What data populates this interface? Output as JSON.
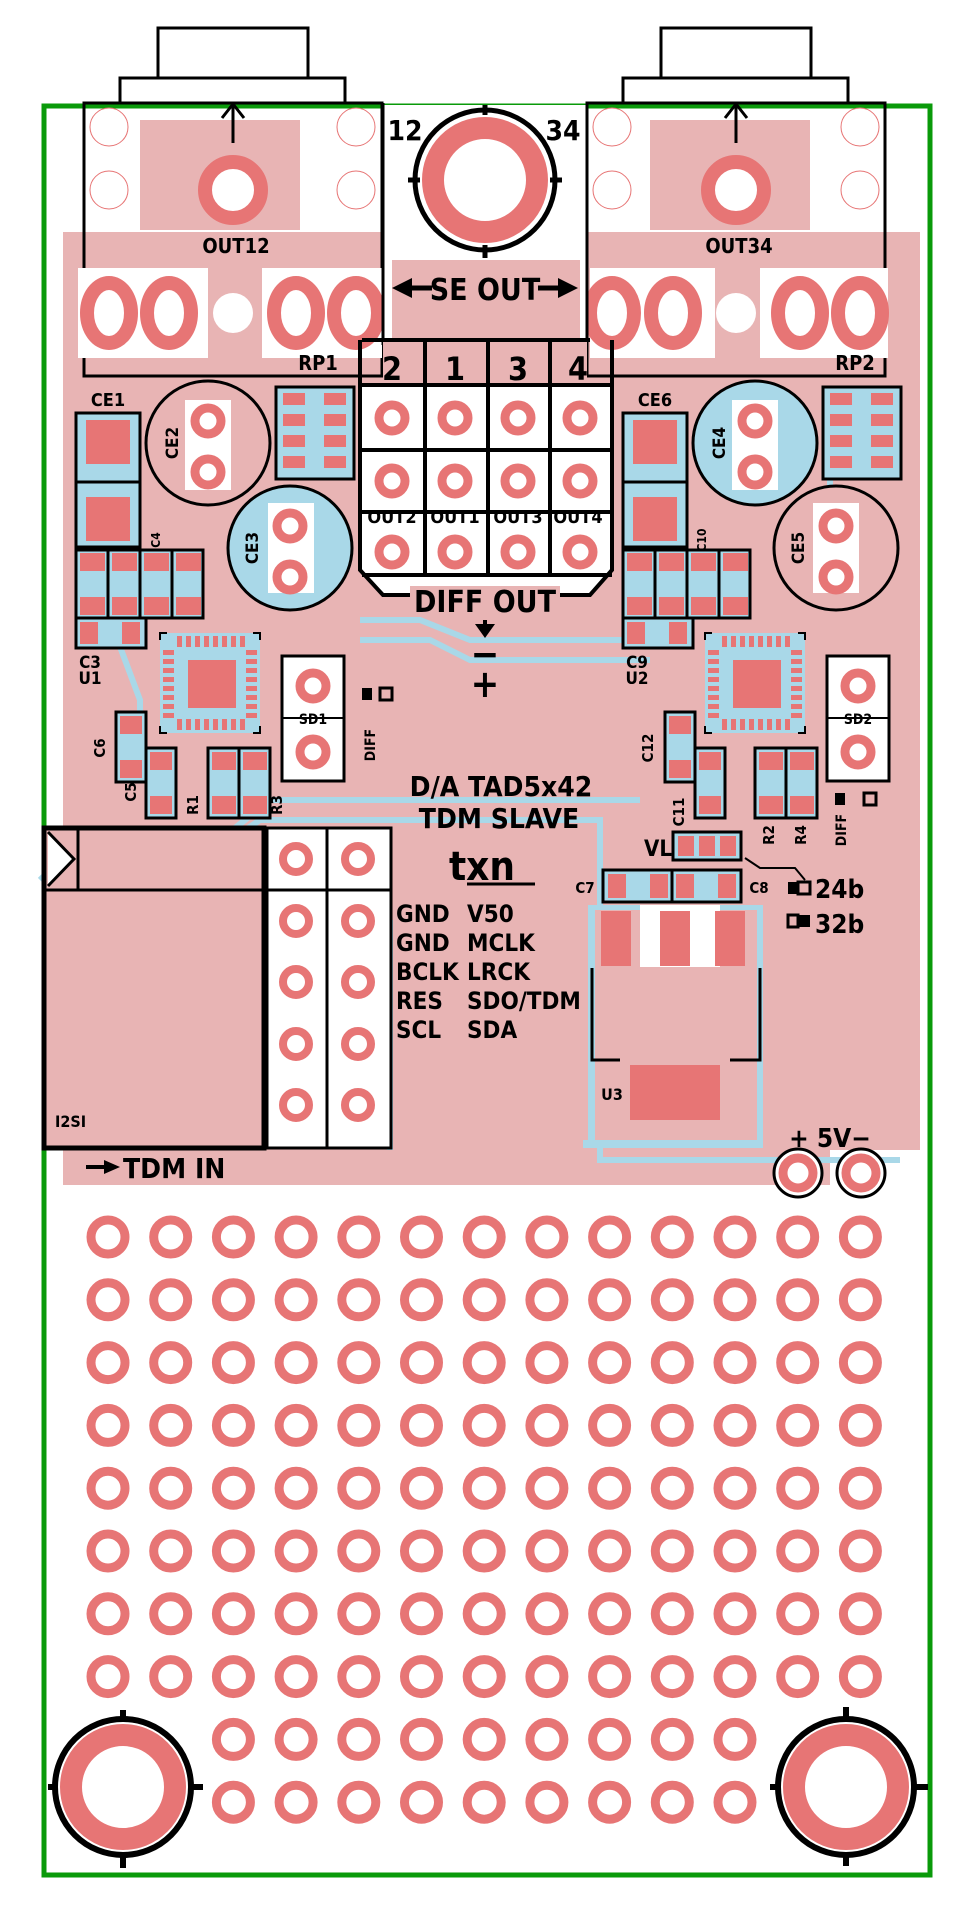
{
  "board": {
    "colors": {
      "outline": "#0a9a0a",
      "copper_fill": "#e8b4b4",
      "pad": "#e77575",
      "trace_bottom": "#a9d8e8",
      "silkscreen": "#000000",
      "background": "#ffffff"
    },
    "title_line1": "D/A TAD5x42",
    "title_line2": "TDM SLAVE",
    "logo": "txn"
  },
  "connectors": {
    "out12": {
      "label": "OUT12"
    },
    "out34": {
      "label": "OUT34"
    },
    "se_out": {
      "label": "SE OUT",
      "left_tag": "12",
      "right_tag": "34"
    },
    "diff_out": {
      "label": "DIFF OUT",
      "column_numbers": [
        "2",
        "1",
        "3",
        "4"
      ],
      "column_labels": [
        "OUT2",
        "OUT1",
        "OUT3",
        "OUT4"
      ],
      "polarity_minus": "−",
      "polarity_plus": "+"
    },
    "i2s": {
      "label": "I2SI",
      "tdm_in_label": "TDM IN",
      "pin_labels_left": [
        "GND",
        "GND",
        "BCLK",
        "RES",
        "SCL"
      ],
      "pin_labels_right": [
        "V50",
        "MCLK",
        "LRCK",
        "SDO/TDM",
        "SDA"
      ]
    },
    "power": {
      "label": "+ 5V−"
    }
  },
  "components": {
    "rp1": "RP1",
    "rp2": "RP2",
    "ce1": "CE1",
    "ce2": "CE2",
    "ce3": "CE3",
    "ce4": "CE4",
    "ce5": "CE5",
    "ce6": "CE6",
    "c3": "C3",
    "c4": "C4",
    "c5": "C5",
    "c6": "C6",
    "c7": "C7",
    "c8": "C8",
    "c9": "C9",
    "c10": "C10",
    "c11": "C11",
    "c12": "C12",
    "u1": "U1",
    "u2": "U2",
    "u3": "U3",
    "r1": "R1",
    "r2": "R2",
    "r3": "R3",
    "r4": "R4",
    "sd1": "SD1",
    "sd2": "SD2",
    "vl": "VL",
    "diff_jumper": "DIFF"
  },
  "format_select": {
    "opt1": "24b",
    "opt2": "32b"
  },
  "perfboard": {
    "columns": 13,
    "rows": 10,
    "last_rows_columns": 9
  }
}
